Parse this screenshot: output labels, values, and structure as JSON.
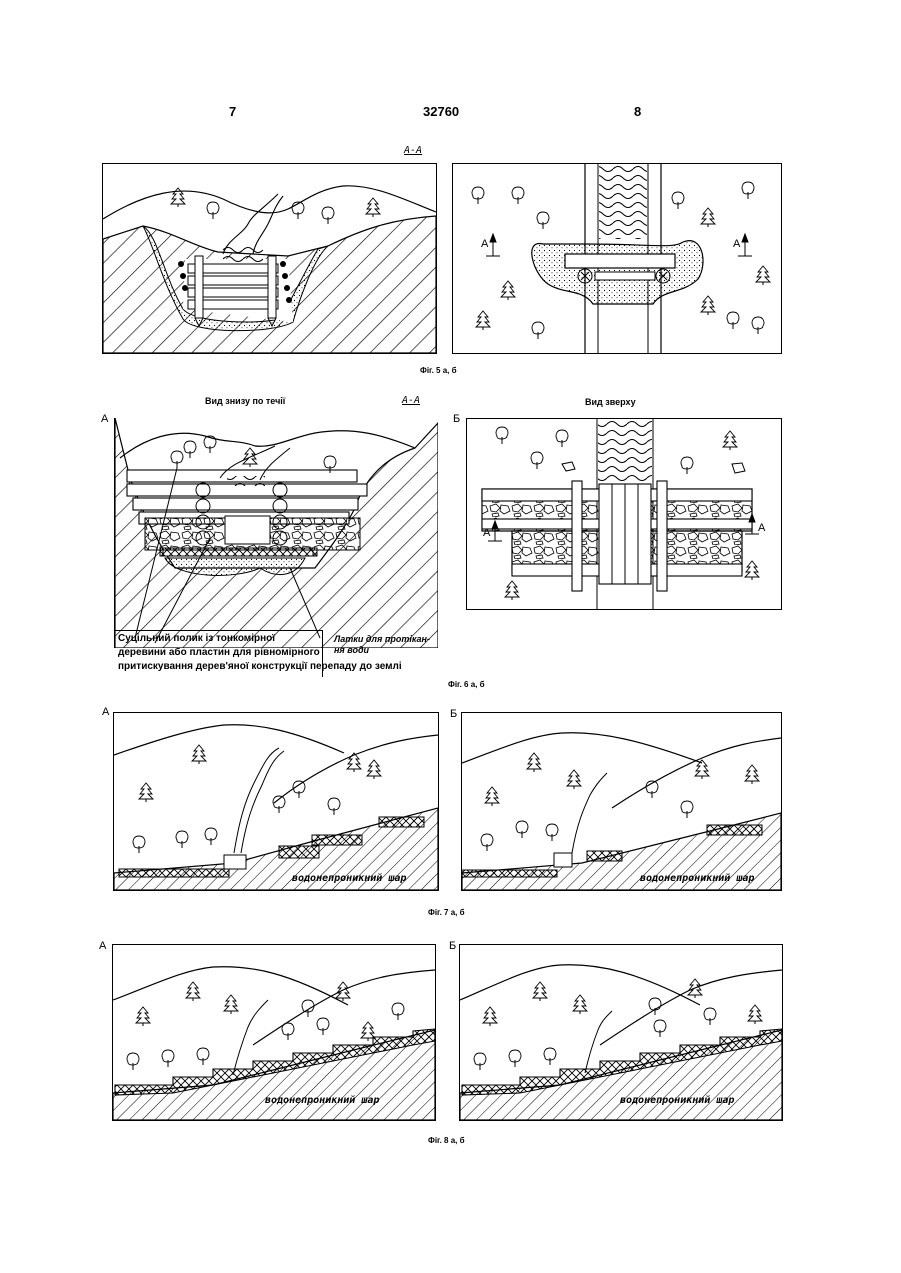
{
  "header": {
    "left_page": "7",
    "patent_number": "32760",
    "right_page": "8"
  },
  "fig5": {
    "section_label": "А-А",
    "arrow_label_left": "А",
    "arrow_label_right": "А",
    "caption": "Фіг. 5 а, б"
  },
  "fig6": {
    "title_left": "Вид знизу по течії",
    "section_label": "А-А",
    "title_right": "Вид зверху",
    "panel_a_letter": "А",
    "panel_b_letter": "Б",
    "arrow_label_left": "А",
    "arrow_label_right": "А",
    "note_main_lines": [
      "Суцільний полик із тонкомірної",
      "деревини або пластин для рівномірного",
      "притискування  дерев'яної конструкції перепаду до землі"
    ],
    "note_side_lines": [
      "Латки для протікан-",
      "ня   води"
    ],
    "caption": "Фіг. 6 а, б"
  },
  "fig7": {
    "panel_a_letter": "А",
    "panel_b_letter": "Б",
    "layer_label_a": "водонепроникний шар",
    "layer_label_b": "водонепроникний шар",
    "caption": "Фіг. 7 а, б"
  },
  "fig8": {
    "panel_a_letter": "А",
    "panel_b_letter": "Б",
    "layer_label_a": "водонепроникний шар",
    "layer_label_b": "водонепроникний шар",
    "caption": "Фіг. 8 а, б"
  }
}
